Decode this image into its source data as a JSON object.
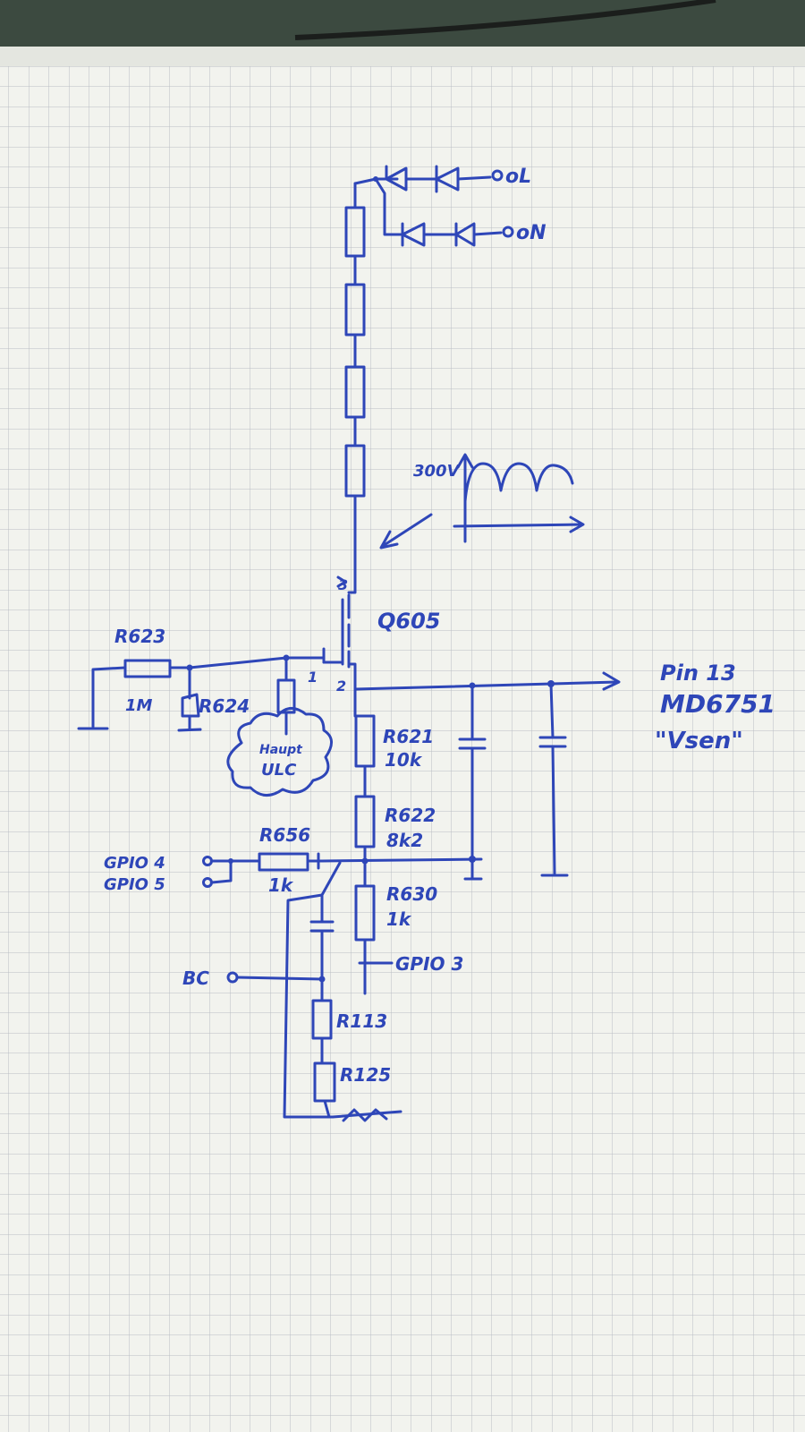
{
  "labels": {
    "top_diode_terminal": "oL",
    "bottom_diode_terminal": "oN",
    "waveform_value": "300V",
    "transistor": "Q605",
    "pin_terminal_3": "3",
    "pin_terminal_1": "1",
    "pin_terminal_2": "2",
    "output_pin": "Pin 13",
    "output_chip": "MD6751",
    "output_signal": "\"Vsen\"",
    "r623_name": "R623",
    "r623_value": "1M",
    "r624_name": "R624",
    "cloud_line1": "Haupt",
    "cloud_line2": "ULC",
    "r621_name": "R621",
    "r621_value": "10k",
    "r622_name": "R622",
    "r622_value": "8k2",
    "r656_name": "R656",
    "r656_value": "1k",
    "gpio4": "GPIO 4",
    "gpio5": "GPIO 5",
    "r630_name": "R630",
    "r630_value": "1k",
    "gpio3": "GPIO 3",
    "bc": "BC",
    "r113_name": "R113",
    "r125_name": "R125"
  },
  "colors": {
    "ink": "#2e46b8",
    "paper": "#f2f3ee",
    "grid": "#b9bec4",
    "background": "#cfd2cc"
  }
}
